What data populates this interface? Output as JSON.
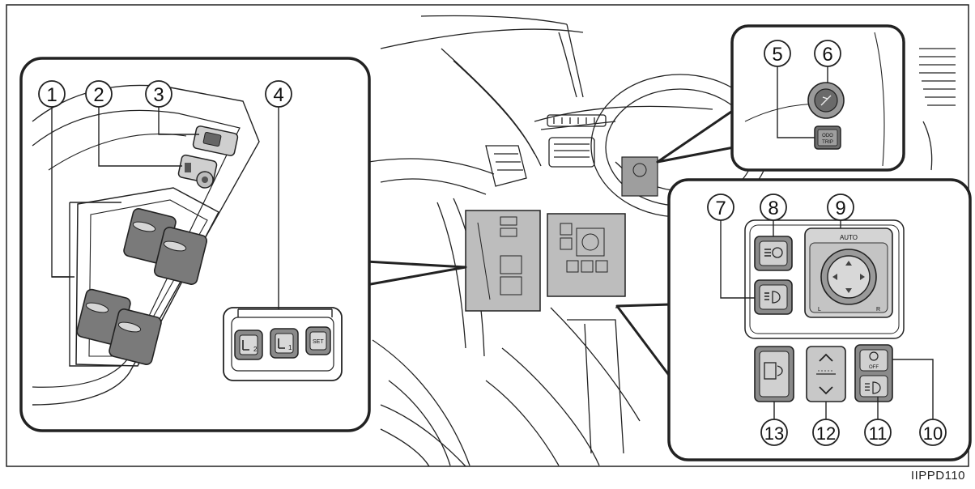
{
  "figure_code": "IIPPD110",
  "callouts": [
    "1",
    "2",
    "3",
    "4",
    "5",
    "6",
    "7",
    "8",
    "9",
    "10",
    "11",
    "12",
    "13"
  ],
  "button_labels": {
    "odo_trip_line1": "ODO",
    "odo_trip_line2": "TRIP",
    "memory_2": "2",
    "memory_1": "1",
    "set": "SET",
    "mirror_auto": "AUTO",
    "mirror_l": "L",
    "mirror_r": "R",
    "off": "OFF"
  }
}
